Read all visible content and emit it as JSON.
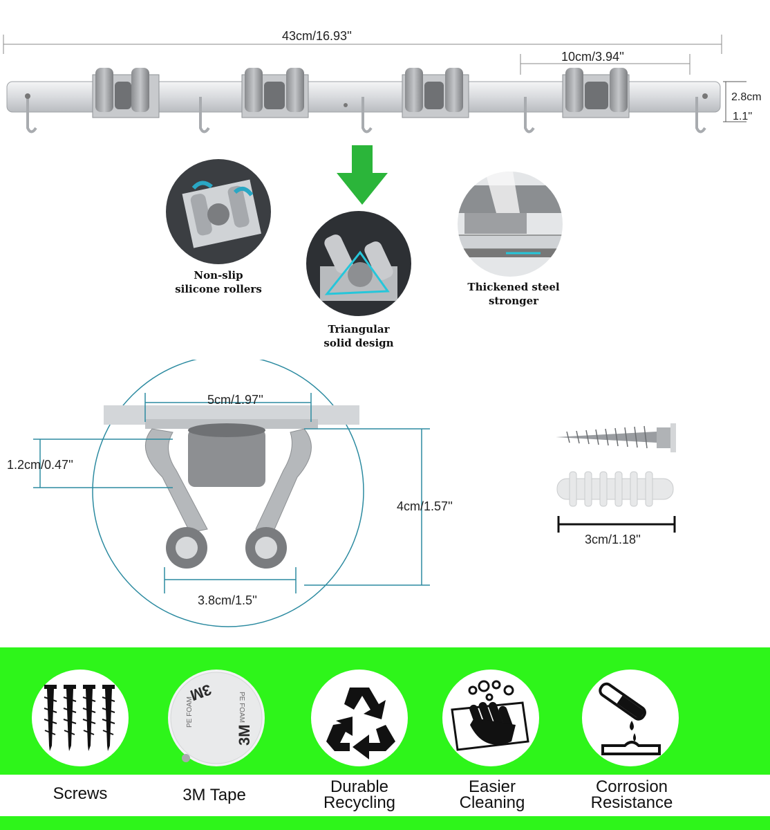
{
  "dimensions": {
    "total_length": "43cm/16.93''",
    "clip_spacing": "10cm/3.94''",
    "height_cm": "2.8cm",
    "height_in": "1.1''",
    "clip_width": "5cm/1.97''",
    "roller_gap": "1.2cm/0.47''",
    "clip_depth": "4cm/1.57''",
    "clip_opening": "3.8cm/1.5''",
    "screw_length": "3cm/1.18''"
  },
  "details": [
    {
      "caption_line1": "Non-slip",
      "caption_line2": "silicone rollers"
    },
    {
      "caption_line1": "Triangular",
      "caption_line2": "solid design"
    },
    {
      "caption_line1": "Thickened steel",
      "caption_line2": "stronger"
    }
  ],
  "features": [
    {
      "icon": "screws-icon",
      "line1": "Screws",
      "line2": ""
    },
    {
      "icon": "tape-3m-icon",
      "line1": "3M Tape",
      "line2": ""
    },
    {
      "icon": "recycle-icon",
      "line1": "Durable",
      "line2": "Recycling"
    },
    {
      "icon": "cleaning-hand-icon",
      "line1": "Easier",
      "line2": "Cleaning"
    },
    {
      "icon": "corrosion-icon",
      "line1": "Corrosion",
      "line2": "Resistance"
    }
  ],
  "tape_text": {
    "brand": "3M",
    "product": "PE FOAM"
  },
  "colors": {
    "band_green": "#2ef51a",
    "arrow_green": "#2bb53a",
    "steel": "#c9ccd0",
    "dim_line": "#1f8fa5",
    "silicone": "#8d8f92"
  }
}
